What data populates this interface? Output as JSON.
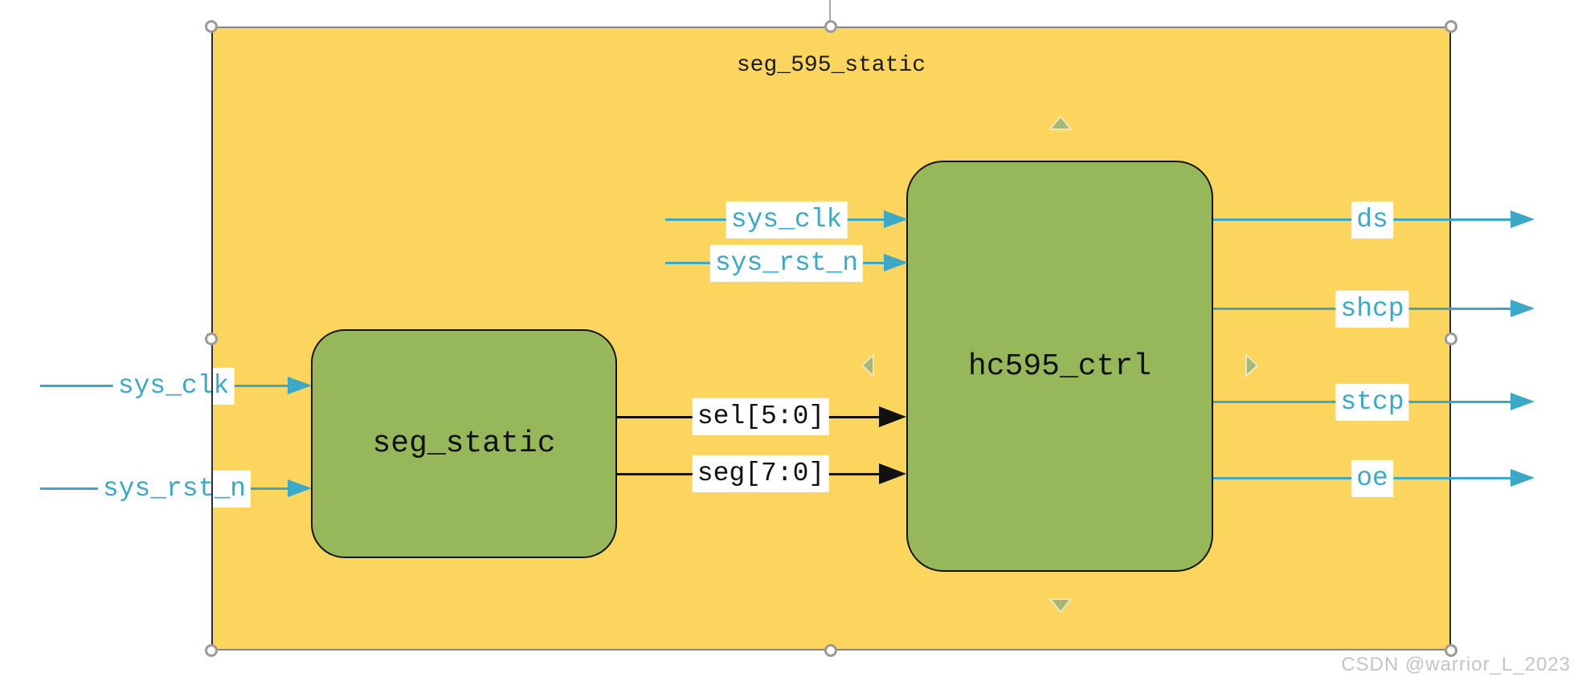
{
  "diagram": {
    "title": "seg_595_static",
    "blocks": {
      "seg_static": {
        "label": "seg_static"
      },
      "hc595_ctrl": {
        "label": "hc595_ctrl"
      }
    },
    "signals": {
      "left_inputs": [
        {
          "label": "sys_clk"
        },
        {
          "label": "sys_rst_n"
        }
      ],
      "ctrl_inputs": [
        {
          "label": "sys_clk"
        },
        {
          "label": "sys_rst_n"
        }
      ],
      "buses": [
        {
          "label": "sel[5:0]"
        },
        {
          "label": "seg[7:0]"
        }
      ],
      "outputs": [
        {
          "label": "ds"
        },
        {
          "label": "shcp"
        },
        {
          "label": "stcp"
        },
        {
          "label": "oe"
        }
      ]
    },
    "colors": {
      "canvas_fill": "#FBD55E",
      "block_fill": "#96B85B",
      "signal_blue": "#3BA8C8",
      "signal_black": "#111111",
      "border_gray": "#848484",
      "border_dark": "#2E2E2E",
      "handle_gray": "#9A9A9A",
      "autoconnect_green": "#A6B877",
      "autoconnect_halo": "#EDE7BF",
      "watermark_gray": "#C4C4C4"
    }
  },
  "watermark": {
    "text": "CSDN @warrior_L_2023"
  }
}
